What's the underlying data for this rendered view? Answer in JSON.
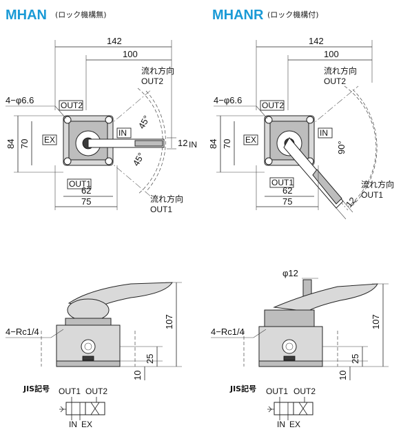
{
  "left": {
    "title": "MHAN",
    "subtitle": "(ロック機構無)",
    "dims": {
      "overall_width": "142",
      "handle_offset": "100",
      "height_84": "84",
      "height_70": "70",
      "width_62": "62",
      "width_75": "75",
      "hole": "4−φ6.6",
      "handle_width": "12",
      "angle_top": "45°",
      "angle_bottom": "45°"
    },
    "ports": {
      "out2": "OUT2",
      "out1": "OUT1",
      "in": "IN",
      "ex": "EX",
      "in_side": "IN"
    },
    "flow_top": {
      "line1": "流れ方向",
      "line2": "OUT2"
    },
    "flow_bottom": {
      "line1": "流れ方向",
      "line2": "OUT1"
    },
    "side": {
      "thread": "4−Rc1/4",
      "height_107": "107",
      "height_25": "25",
      "height_10": "10"
    },
    "jis": {
      "label": "JIS記号",
      "out1": "OUT1",
      "out2": "OUT2",
      "in": "IN",
      "ex": "EX"
    }
  },
  "right": {
    "title": "MHANR",
    "subtitle": "(ロック機構付)",
    "dims": {
      "overall_width": "142",
      "handle_offset": "100",
      "height_84": "84",
      "height_70": "70",
      "width_62": "62",
      "width_75": "75",
      "hole": "4−φ6.6",
      "handle_width": "12",
      "angle": "90°"
    },
    "ports": {
      "out2": "OUT2",
      "out1": "OUT1",
      "in": "IN",
      "ex": "EX"
    },
    "flow_top": {
      "line1": "流れ方向",
      "line2": "OUT2"
    },
    "flow_bottom": {
      "line1": "流れ方向",
      "line2": "OUT1"
    },
    "side": {
      "knob": "φ12",
      "thread": "4−Rc1/4",
      "height_107": "107",
      "height_25": "25",
      "height_10": "10"
    },
    "jis": {
      "label": "JIS記号",
      "out1": "OUT1",
      "out2": "OUT2",
      "in": "IN",
      "ex": "EX"
    }
  }
}
